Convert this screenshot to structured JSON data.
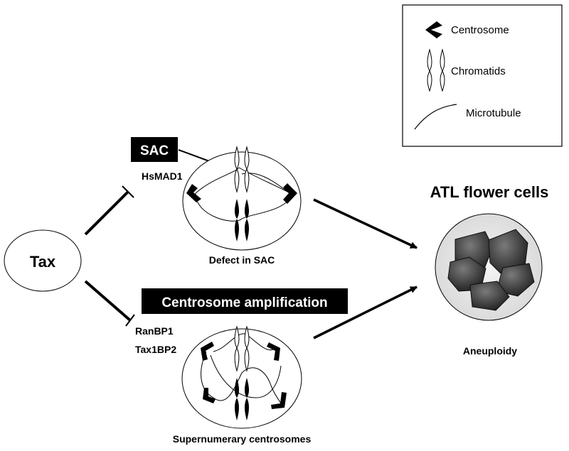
{
  "legend": {
    "items": [
      {
        "icon": "centrosome-icon",
        "label": "Centrosome"
      },
      {
        "icon": "chromatids-icon",
        "label": "Chromatids"
      },
      {
        "icon": "microtubule-icon",
        "label": "Microtubule"
      }
    ]
  },
  "tax_label": "Tax",
  "sac": {
    "box_label": "SAC",
    "factor": "HsMAD1",
    "cell_caption": "Defect in SAC"
  },
  "amplification": {
    "box_label": "Centrosome amplification",
    "factors": [
      "RanBP1",
      "Tax1BP2"
    ],
    "cell_caption": "Supernumerary centrosomes"
  },
  "outcome": {
    "title": "ATL flower cells",
    "caption": "Aneuploidy"
  },
  "colors": {
    "ink": "#000000",
    "background": "#ffffff",
    "nucleus_dark": "#222222",
    "nucleus_light": "#6e6e6e",
    "flower_cell_fill": "#e6e6e6"
  }
}
